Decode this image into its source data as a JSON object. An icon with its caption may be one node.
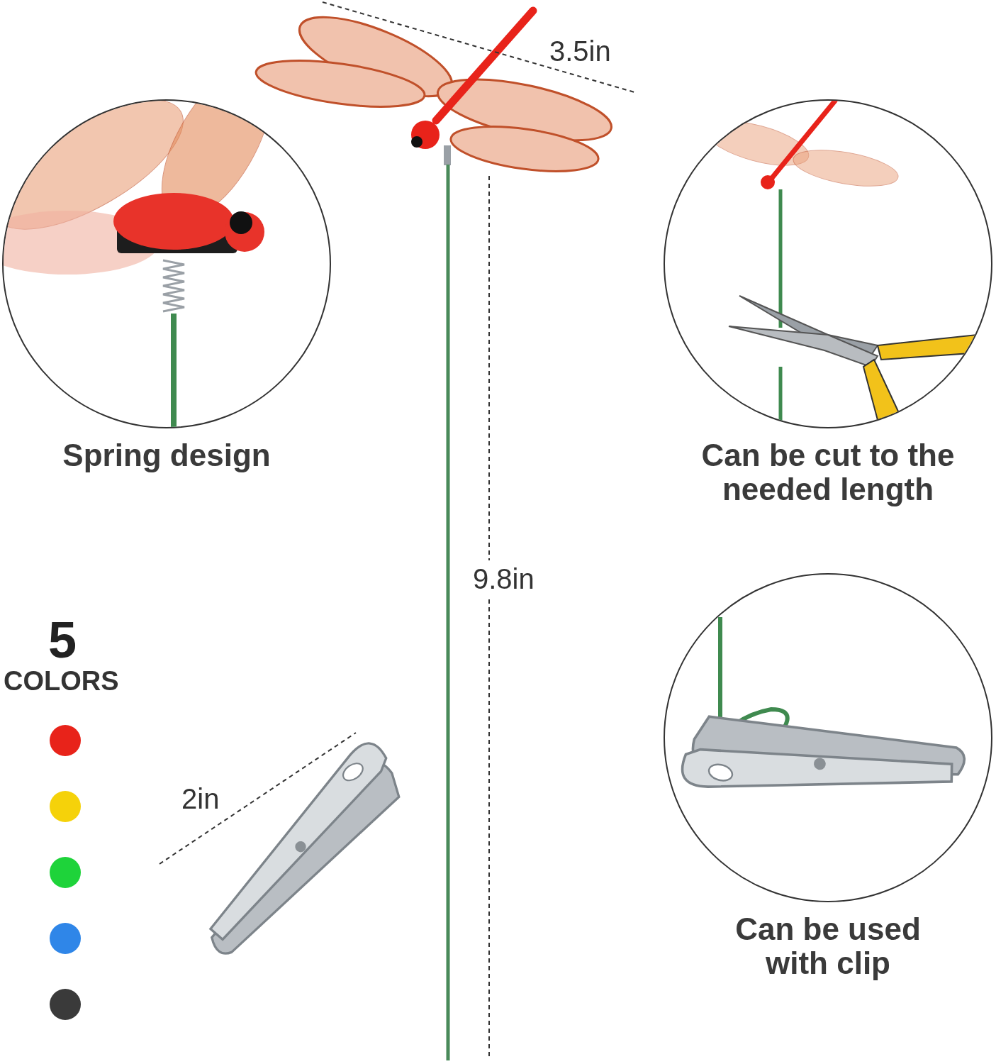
{
  "diagram": {
    "nodes": [
      {
        "text": [
          "Spring design"
        ]
      },
      {
        "text": [
          "Can be cut to the needed length"
        ]
      },
      {
        "text": [
          "Can be used with clip"
        ]
      }
    ],
    "labels": [
      "3.5in",
      "9.8in",
      "5",
      "COLORS",
      "2in"
    ]
  }
}
